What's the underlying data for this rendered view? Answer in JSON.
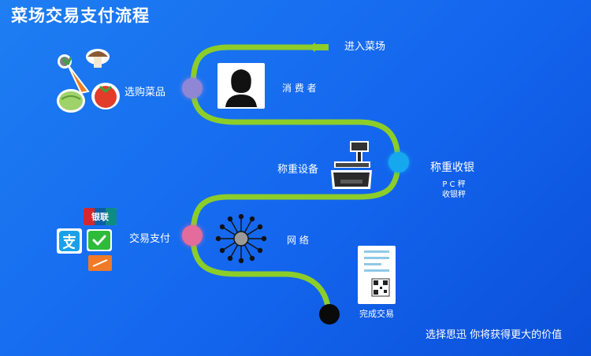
{
  "title": "菜场交易支付流程",
  "colors": {
    "path": "#8ccd2a",
    "node_select": "#8f86d6",
    "node_weigh": "#12a8ee",
    "node_pay": "#e46c9b",
    "node_done": "#0a0a0a"
  },
  "steps": {
    "enter": "进入菜场",
    "select": "选购菜品",
    "consumer": "消 费 者",
    "device": "称重设备",
    "weigh": "称重收银",
    "weigh_sub1": "P C 秤",
    "weigh_sub2": "收银秤",
    "pay": "交易支付",
    "network": "网 络",
    "done": "完成交易"
  },
  "payment_logos": {
    "unionpay": "银联"
  },
  "footer": "选择思迅 你将获得更大的价值",
  "icons": [
    "arrow-left-icon",
    "vegetables-icon",
    "consumer-icon",
    "scale-icon",
    "network-icon",
    "unionpay-icon",
    "alipay-icon",
    "wechat-icon",
    "card-icon",
    "receipt-icon"
  ]
}
